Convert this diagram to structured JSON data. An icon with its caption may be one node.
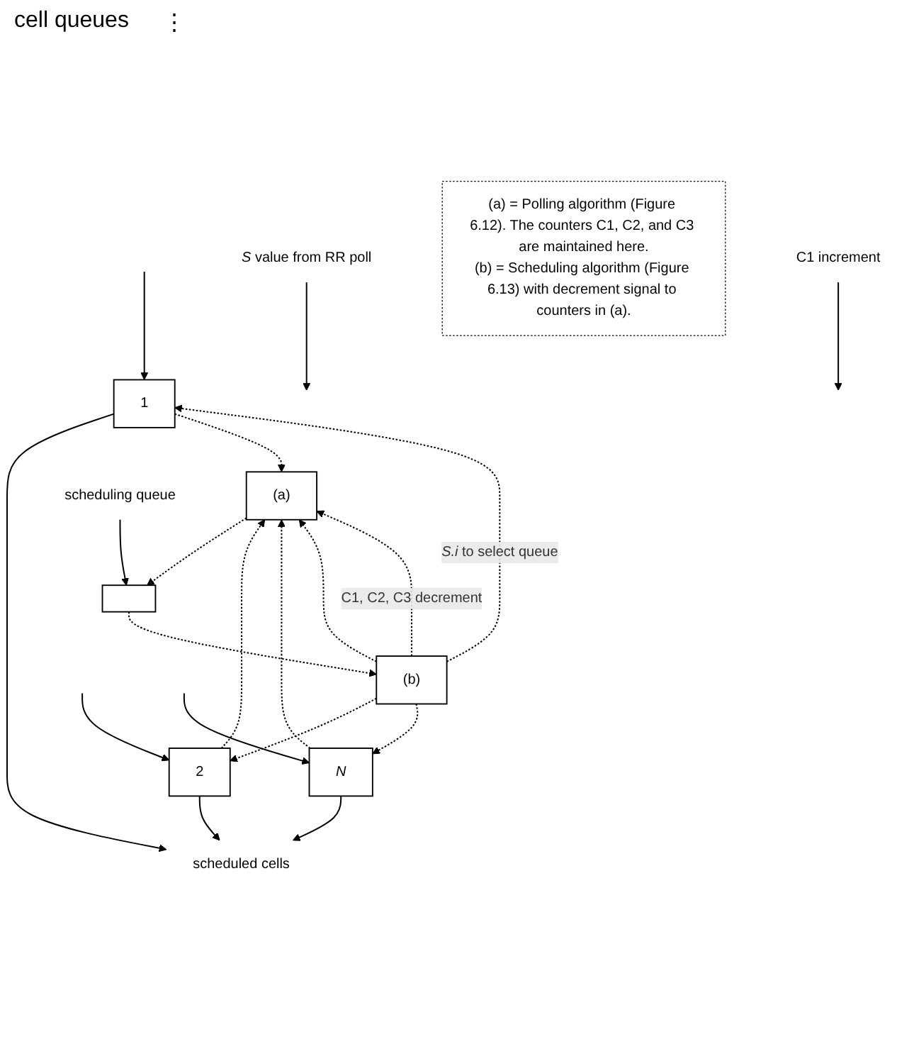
{
  "diagram": {
    "nodes": [
      {
        "text": [
          "1"
        ]
      },
      {
        "text": [
          "2"
        ]
      },
      {
        "text": [
          "N"
        ]
      },
      {
        "text": [
          "scheduled cells"
        ]
      },
      {
        "text": [
          "(a)"
        ]
      },
      {
        "text": [],
        "shape": "box"
      },
      {
        "text": [
          "(b)"
        ]
      },
      {
        "text": [
          "*S* value from RR poll"
        ]
      },
      {
        "text": [
          "scheduling queue"
        ]
      },
      {
        "text": [
          "C1 increment"
        ]
      },
      {
        "text": [
          "(a) = Polling algorithm (Figure 6.12). The counters C1, C2, and C3 are maintained here.",
          "(b) = Scheduling algorithm (Figure 6.13) with decrement signal to counters in (a)."
        ]
      }
    ],
    "edges": [
      {
        "from": null,
        "to": 0,
        "arrow": "to"
      },
      {
        "from": null,
        "to": 1,
        "arrow": "to"
      },
      {
        "from": null,
        "to": 2,
        "arrow": "to"
      },
      {
        "from": 0,
        "to": 3,
        "arrow": "to"
      },
      {
        "from": 1,
        "to": 3,
        "arrow": "to"
      },
      {
        "from": 2,
        "to": 3,
        "arrow": "to"
      },
      {
        "from": 0,
        "to": 4,
        "arrow": "to",
        "style": "dashed"
      },
      {
        "from": 1,
        "to": 4,
        "arrow": "to",
        "style": "dashed"
      },
      {
        "from": 2,
        "to": 4,
        "arrow": "to",
        "style": "dashed"
      },
      {
        "from": 4,
        "to": 5,
        "arrow": "to",
        "style": "dashed"
      },
      {
        "from": 5,
        "to": 6,
        "arrow": "to",
        "style": "dashed"
      },
      {
        "from": 6,
        "to": 0,
        "arrow": "to",
        "style": "dashed",
        "label": "*S.i* to select queue"
      },
      {
        "from": 6,
        "to": 1,
        "arrow": "to",
        "style": "dashed"
      },
      {
        "from": 6,
        "to": 2,
        "arrow": "to",
        "style": "dashed"
      },
      {
        "from": 6,
        "to": 4,
        "arrow": "to",
        "style": "dashed"
      },
      {
        "from": 6,
        "to": 4,
        "arrow": "to",
        "style": "dashed",
        "label": "C1, C2, C3 decrement"
      },
      {
        "from": 7,
        "to": null,
        "arrow": "to"
      },
      {
        "from": 8,
        "to": 5,
        "arrow": "to"
      },
      {
        "from": 9,
        "to": null,
        "arrow": "to"
      }
    ],
    "labels": [
      "cell queues",
      "⋮"
    ]
  }
}
